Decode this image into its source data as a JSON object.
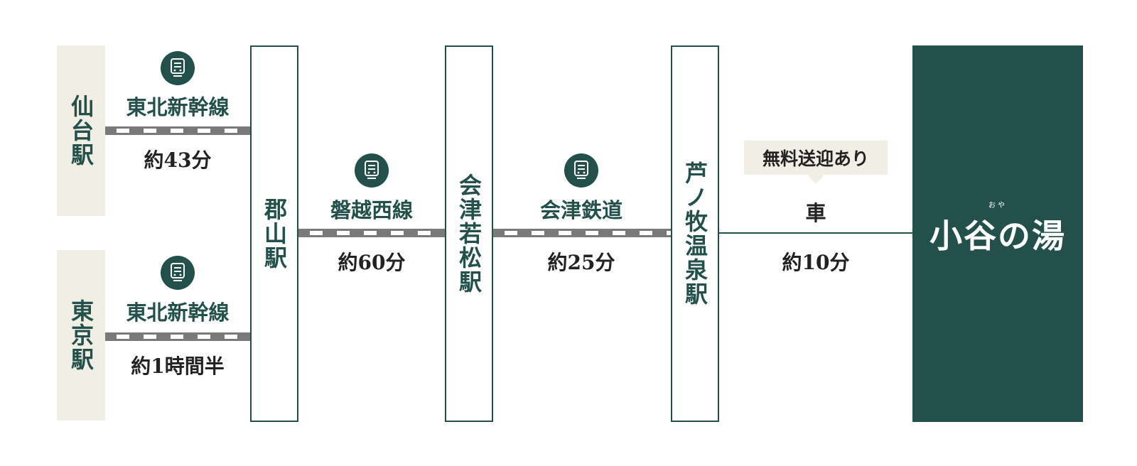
{
  "origins": {
    "sendai": "仙台駅",
    "tokyo": "東京駅"
  },
  "stations": {
    "koriyama": "郡山駅",
    "aizuwakamatsu": "会津若松駅",
    "ashinomaki": "芦ノ牧温泉駅"
  },
  "destination": {
    "logo_text": "小谷の湯",
    "logo_ruby": "おや"
  },
  "routes": {
    "sendai_koriyama": {
      "line": "東北新幹線",
      "time": "約43分",
      "icon": "train-icon"
    },
    "tokyo_koriyama": {
      "line": "東北新幹線",
      "time": "約1時間半",
      "icon": "train-icon"
    },
    "koriyama_aizu": {
      "line": "磐越西線",
      "time": "約60分",
      "icon": "train-icon"
    },
    "aizu_ashinomaki": {
      "line": "会津鉄道",
      "time": "約25分",
      "icon": "train-icon"
    },
    "ashinomaki_dest": {
      "mode": "車",
      "time": "約10分",
      "note": "無料送迎あり"
    }
  },
  "colors": {
    "primary": "#23504a",
    "beige": "#f1eee5",
    "rail": "#7a7a7a",
    "text": "#222222"
  }
}
